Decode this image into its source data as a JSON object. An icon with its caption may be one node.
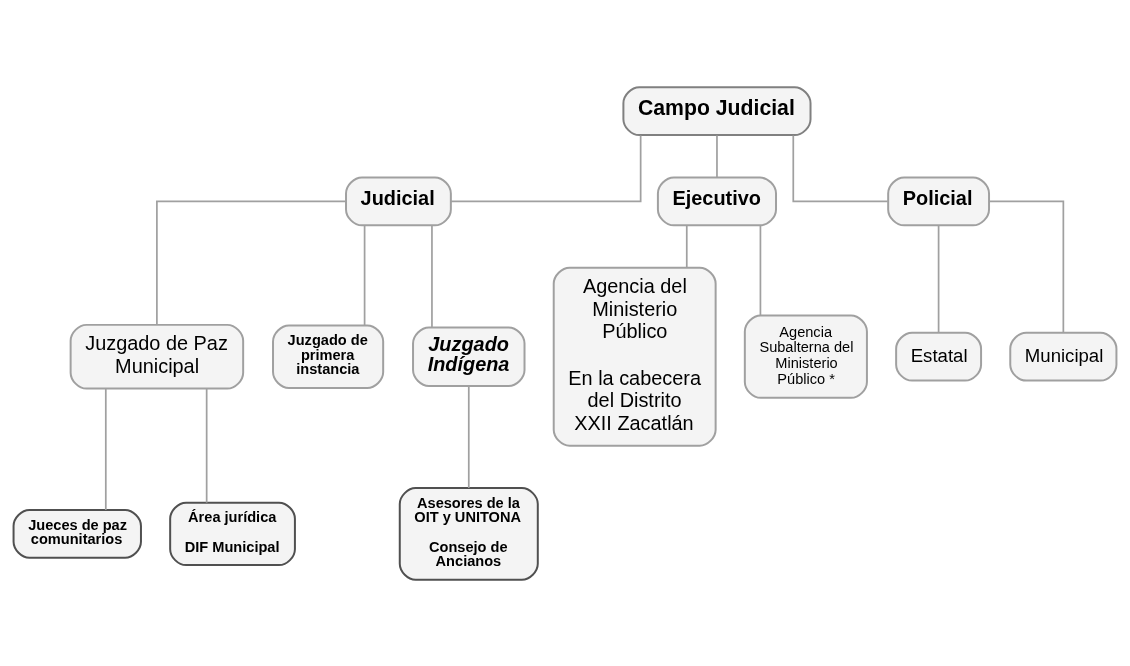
{
  "diagram": {
    "nodes": [
      {
        "text": [
          "Campo Judicial"
        ]
      },
      {
        "text": [
          "Judicial"
        ]
      },
      {
        "text": [
          "Ejecutivo"
        ]
      },
      {
        "text": [
          "Policial"
        ]
      },
      {
        "text": [
          "Juzgado de Paz Municipal"
        ]
      },
      {
        "text": [
          "Juzgado de primera instancia"
        ]
      },
      {
        "text": [
          "Juzgado Indígena"
        ]
      },
      {
        "text": [
          "Agencia del Ministerio Público",
          "En la cabecera del Distrito XXII Zacatlán"
        ]
      },
      {
        "text": [
          "Agencia Subalterna del Ministerio Público *"
        ]
      },
      {
        "text": [
          "Estatal"
        ]
      },
      {
        "text": [
          "Municipal"
        ]
      },
      {
        "text": [
          "Jueces de paz comunitarios"
        ]
      },
      {
        "text": [
          "Área jurídica",
          "DIF Municipal"
        ]
      },
      {
        "text": [
          "Asesores de la OIT y UNITONA",
          "Consejo de Ancianos"
        ]
      }
    ],
    "edges": [
      {
        "from": 0,
        "to": 1,
        "arrow": "none"
      },
      {
        "from": 0,
        "to": 2,
        "arrow": "none"
      },
      {
        "from": 0,
        "to": 3,
        "arrow": "none"
      },
      {
        "from": 1,
        "to": 4,
        "arrow": "none"
      },
      {
        "from": 1,
        "to": 5,
        "arrow": "none"
      },
      {
        "from": 1,
        "to": 6,
        "arrow": "none"
      },
      {
        "from": 2,
        "to": 7,
        "arrow": "none"
      },
      {
        "from": 2,
        "to": 8,
        "arrow": "none"
      },
      {
        "from": 3,
        "to": 9,
        "arrow": "none"
      },
      {
        "from": 3,
        "to": 10,
        "arrow": "none"
      },
      {
        "from": 4,
        "to": 11,
        "arrow": "none"
      },
      {
        "from": 4,
        "to": 12,
        "arrow": "none"
      },
      {
        "from": 6,
        "to": 13,
        "arrow": "none"
      }
    ]
  }
}
